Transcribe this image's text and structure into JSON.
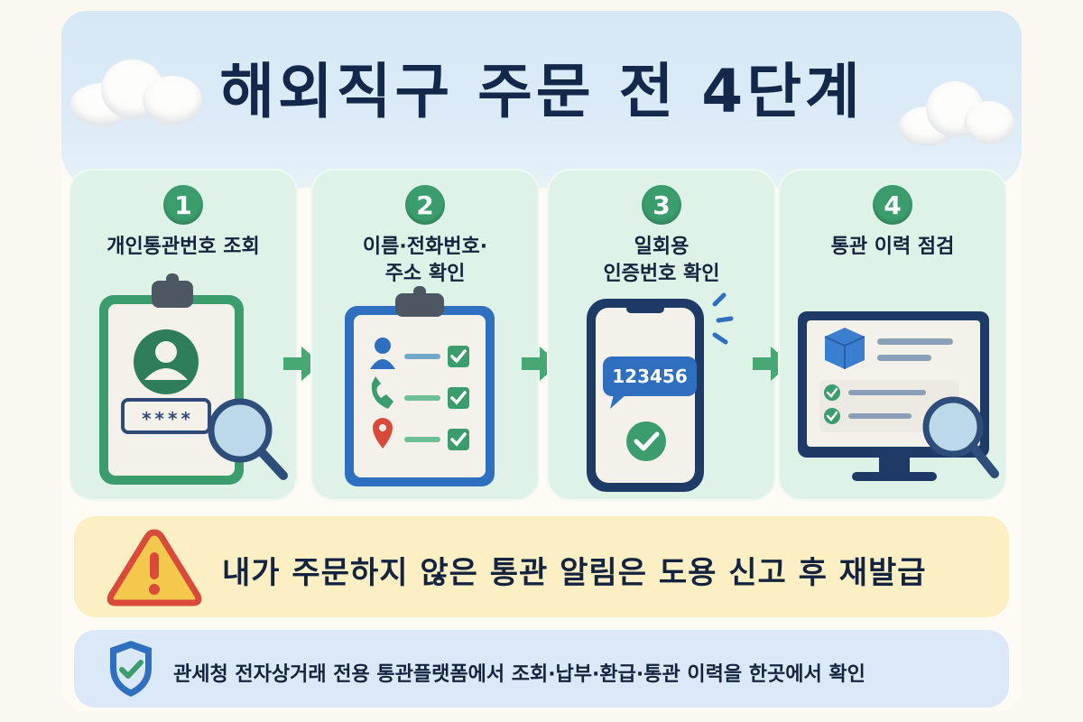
{
  "title": "해외직구 주문 전 4단계",
  "steps": [
    {
      "number": "1",
      "label": "개인통관번호 조회",
      "mask": "****"
    },
    {
      "number": "2",
      "label_line1": "이름·전화번호·",
      "label_line2": "주소 확인"
    },
    {
      "number": "3",
      "label_line1": "일회용",
      "label_line2": "인증번호 확인",
      "code": "123456"
    },
    {
      "number": "4",
      "label": "통관 이력 점검"
    }
  ],
  "warning": "내가 주문하지 않은 통관 알림은 도용 신고 후 재발급",
  "info": "관세청 전자상거래 전용 통관플랫폼에서 조회·납부·환급·통관 이력을 한곳에서 확인",
  "icons": {
    "step1": [
      "clipboard-icon",
      "user-avatar-icon",
      "password-field-icon",
      "magnifier-icon"
    ],
    "step2": [
      "clipboard-icon",
      "person-icon",
      "phone-icon",
      "location-pin-icon",
      "check-icon"
    ],
    "step3": [
      "smartphone-icon",
      "message-bubble-icon",
      "check-circle-icon"
    ],
    "step4": [
      "monitor-icon",
      "package-box-icon",
      "check-icon",
      "magnifier-icon"
    ],
    "warning": "warning-triangle-icon",
    "info": "shield-check-icon"
  },
  "colors": {
    "green": "#3b9d6c",
    "blue": "#2e6fbf",
    "navy": "#1e3a66",
    "panel": "#dff2e8",
    "warning_bg": "#fbefc3",
    "warning_red": "#d94a3a",
    "info_bg": "#dbe8f7"
  }
}
